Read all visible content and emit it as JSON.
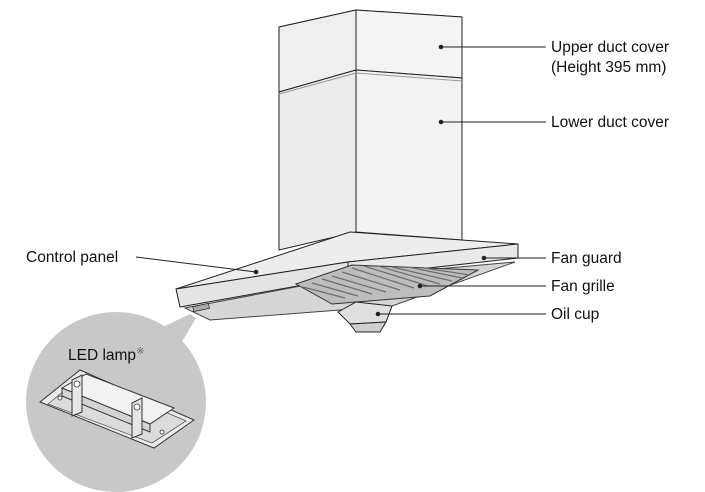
{
  "labels": {
    "upper_duct_cover": "Upper duct cover",
    "upper_duct_height": "(Height 395 mm)",
    "lower_duct_cover": "Lower duct cover",
    "fan_guard": "Fan guard",
    "fan_grille": "Fan grille",
    "oil_cup": "Oil cup",
    "control_panel": "Control panel",
    "led_lamp": "LED lamp",
    "led_lamp_note": "※"
  },
  "colors": {
    "line": "#222222",
    "duct_fill": "#efefef",
    "hood_fill": "#e9e9e9",
    "grille": "#8a8a8a",
    "inset_circle": "#c8c8c8"
  }
}
